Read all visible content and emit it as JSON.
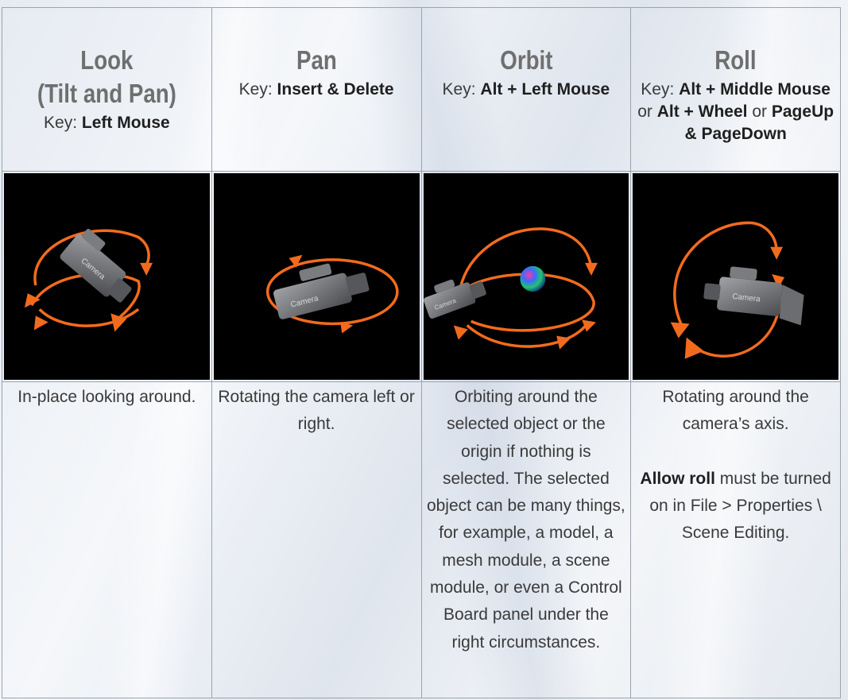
{
  "columns": [
    {
      "id": "look",
      "title_line1": "Look",
      "title_line2": "(Tilt and Pan)",
      "key_prefix": "Key:",
      "key_bold": "Left Mouse",
      "camera_label": "Camera",
      "description": "In-place looking around."
    },
    {
      "id": "pan",
      "title_line1": "Pan",
      "key_prefix": "Key:",
      "key_bold": "Insert & Delete",
      "camera_label": "Camera",
      "description": "Rotating the camera left or right."
    },
    {
      "id": "orbit",
      "title_line1": "Orbit",
      "key_prefix": "Key:",
      "key_bold": "Alt + Left Mouse",
      "camera_label": "Camera",
      "description": "Orbiting around the selected object or the origin if nothing is selected. The selected object can be many things, for example, a model, a mesh module, a scene module, or even a Control Board panel under the right circumstances."
    },
    {
      "id": "roll",
      "title_line1": "Roll",
      "key_prefix": "Key:",
      "key_bold_1": "Alt + Middle Mouse",
      "key_or_1": "or",
      "key_bold_2": "Alt + Wheel",
      "key_or_2": "or",
      "key_bold_3": "PageUp & PageDown",
      "camera_label": "Camera",
      "description": "Rotating around the camera’s axis.",
      "note_bold": "Allow roll",
      "note_rest": "must be turned on in File > Properties \\ Scene Editing."
    }
  ],
  "colors": {
    "arrow": "#f26b1d",
    "camera_body": "#6b6d70",
    "image_bg": "#000000",
    "title": "#6f6f6f",
    "border": "#9aa3ad"
  }
}
